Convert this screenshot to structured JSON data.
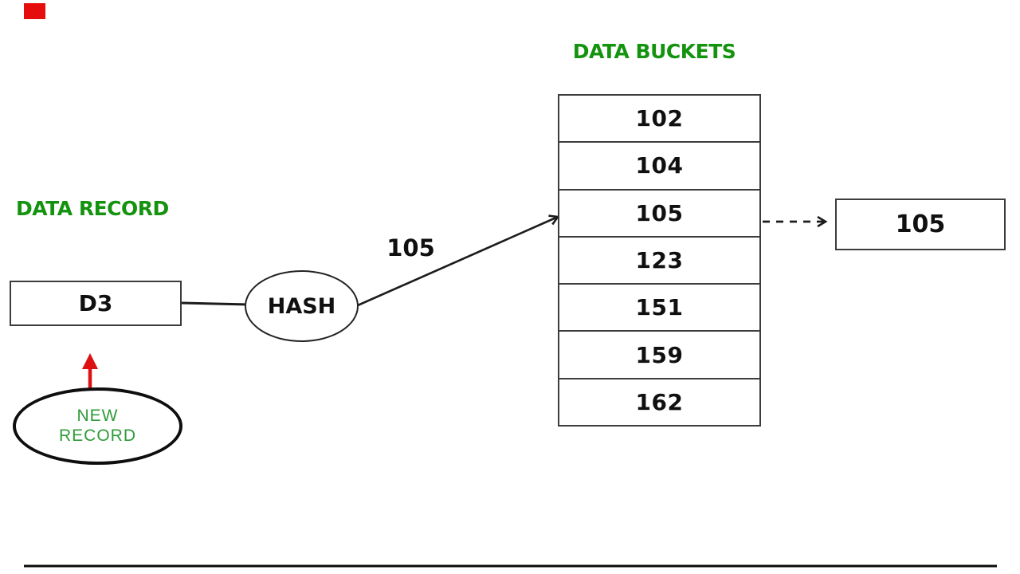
{
  "diagram": {
    "titles": {
      "data_buckets": "DATA BUCKETS",
      "data_record": "DATA RECORD"
    },
    "data_record_box": {
      "label": "D3"
    },
    "hash_node": {
      "label": "HASH"
    },
    "hash_output_label": "105",
    "buckets": {
      "rows": [
        "102",
        "104",
        "105",
        "123",
        "151",
        "159",
        "162"
      ],
      "pointed_row_value": "105"
    },
    "overflow_box": {
      "label": "105"
    },
    "new_record": {
      "line1": "NEW",
      "line2": "RECORD"
    },
    "icons": {
      "recording_marker": "red-rectangle",
      "bottom_rule": "black-horizontal-line",
      "hash_to_bucket_arrow": "open-chevron-arrow",
      "overflow_arrow": "dashed-open-chevron-arrow",
      "new_record_arrow": "red-up-arrow"
    },
    "colors": {
      "title_green": "#14930f",
      "new_record_green": "#2e9b38",
      "marker_red": "#e60d0d",
      "arrow_red": "#dd1111",
      "line_black": "#1c1c1c",
      "border_gray": "#3c3c3c",
      "background": "#ffffff"
    }
  }
}
